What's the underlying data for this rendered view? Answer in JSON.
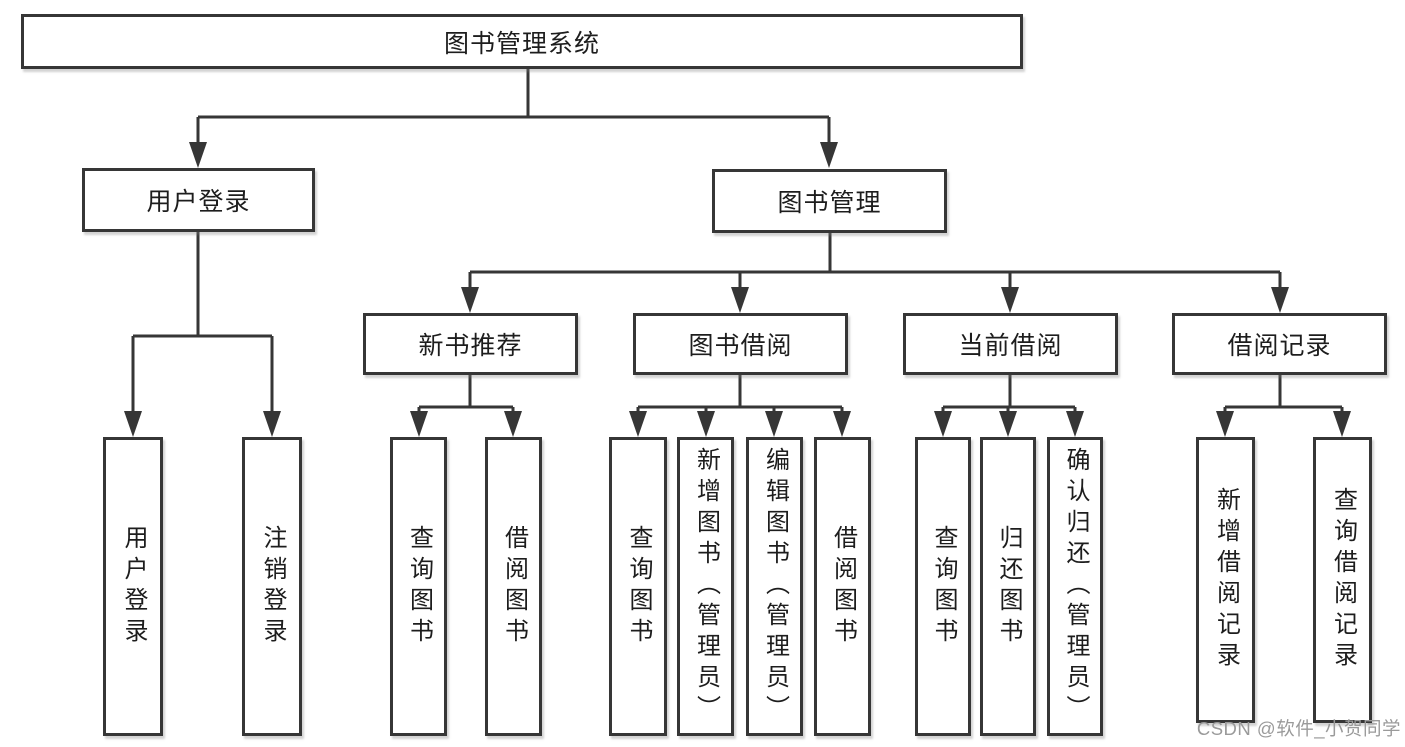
{
  "colors": {
    "line": "#363636",
    "node_border": "#363636",
    "node_text": "#1d1d1d",
    "background": "#ffffff",
    "watermark": "#9a9a9a"
  },
  "watermark": {
    "text": "CSDN @软件_小贺同学"
  },
  "tree": {
    "root": {
      "label": "图书管理系统",
      "children": [
        {
          "label": "用户登录",
          "children": [
            {
              "label": "用户登录"
            },
            {
              "label": "注销登录"
            }
          ]
        },
        {
          "label": "图书管理",
          "children": [
            {
              "label": "新书推荐",
              "children": [
                {
                  "label": "查询图书"
                },
                {
                  "label": "借阅图书"
                }
              ]
            },
            {
              "label": "图书借阅",
              "children": [
                {
                  "label": "查询图书"
                },
                {
                  "label": "新增图书（管理员）"
                },
                {
                  "label": "编辑图书（管理员）"
                },
                {
                  "label": "借阅图书"
                }
              ]
            },
            {
              "label": "当前借阅",
              "children": [
                {
                  "label": "查询图书"
                },
                {
                  "label": "归还图书"
                },
                {
                  "label": "确认归还（管理员）"
                }
              ]
            },
            {
              "label": "借阅记录",
              "children": [
                {
                  "label": "新增借阅记录"
                },
                {
                  "label": "查询借阅记录"
                }
              ]
            }
          ]
        }
      ]
    }
  }
}
